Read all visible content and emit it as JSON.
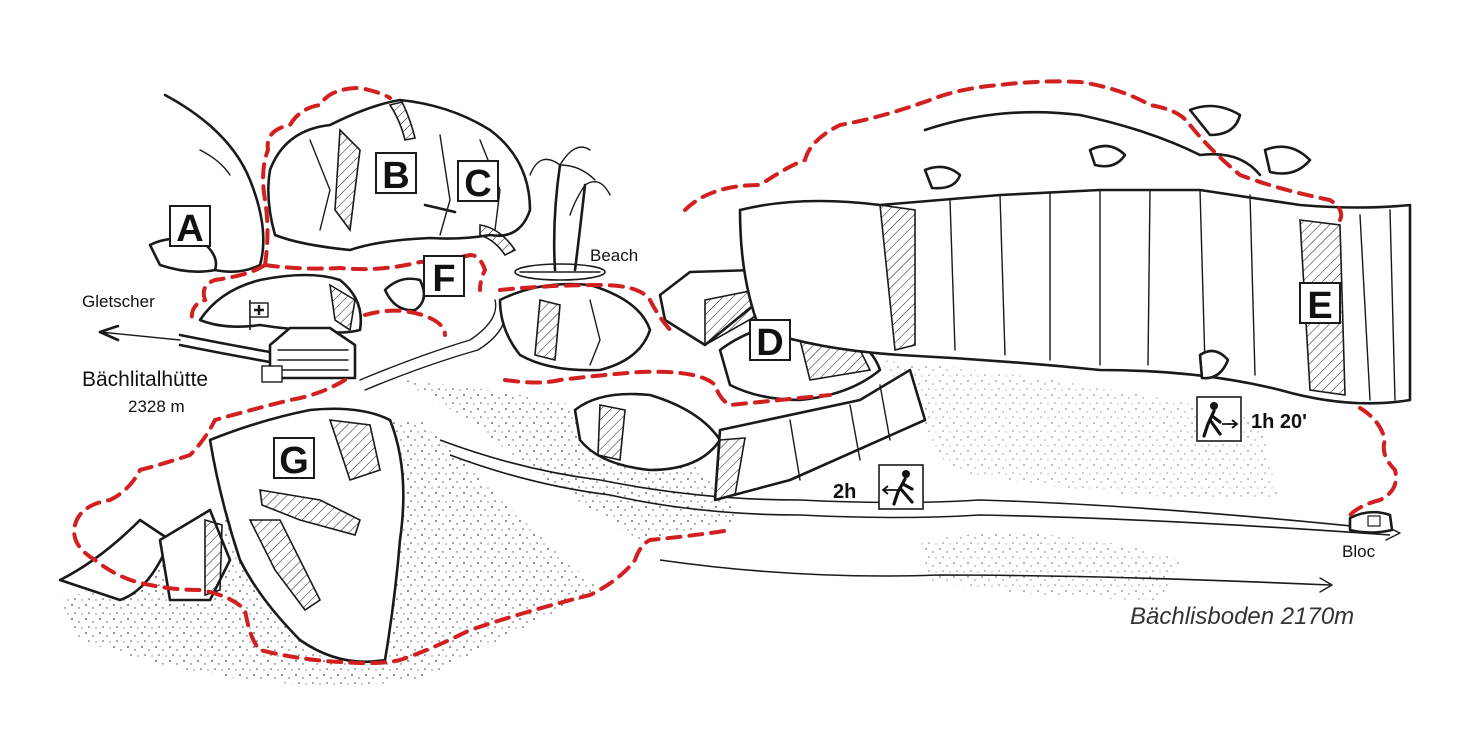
{
  "map": {
    "sectors": [
      {
        "id": "A",
        "label": "A"
      },
      {
        "id": "B",
        "label": "B"
      },
      {
        "id": "C",
        "label": "C"
      },
      {
        "id": "D",
        "label": "D"
      },
      {
        "id": "E",
        "label": "E"
      },
      {
        "id": "F",
        "label": "F"
      },
      {
        "id": "G",
        "label": "G"
      }
    ],
    "places": {
      "hut_name": "Bächlitalhütte",
      "hut_altitude": "2328 m",
      "glacier": "Gletscher",
      "beach": "Beach",
      "bloc": "Bloc",
      "valley": "Bächlisboden 2170m"
    },
    "walking_times": [
      {
        "id": "to_hut",
        "text": "2h",
        "icon": "hiker-left-icon"
      },
      {
        "id": "to_bloc",
        "text": "1h 20'",
        "icon": "hiker-right-icon"
      }
    ],
    "colors": {
      "trail": "#d21f1f",
      "ink": "#1a1a1a",
      "background": "#ffffff"
    },
    "icons": [
      "swiss-flag-icon",
      "hut-icon",
      "palm-tree-icon",
      "hiker-left-icon",
      "hiker-right-icon"
    ]
  }
}
